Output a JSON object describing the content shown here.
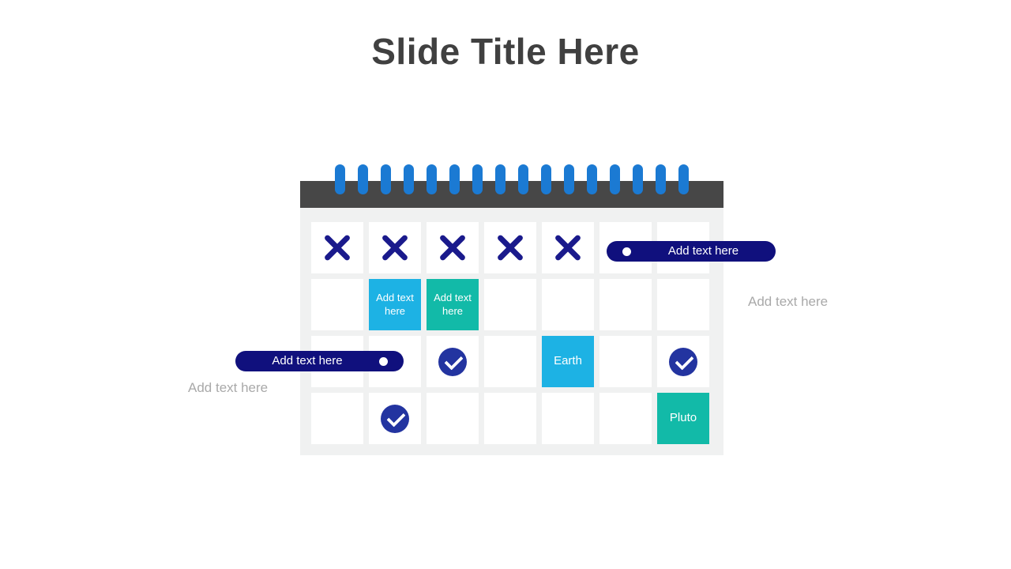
{
  "title": "Slide Title Here",
  "calendar": {
    "ring_count": 16,
    "columns": 7,
    "rows": [
      [
        {
          "type": "x"
        },
        {
          "type": "x"
        },
        {
          "type": "x"
        },
        {
          "type": "x"
        },
        {
          "type": "x"
        },
        {
          "type": "empty"
        },
        {
          "type": "empty"
        }
      ],
      [
        {
          "type": "empty"
        },
        {
          "type": "cyan",
          "text": "Add text here"
        },
        {
          "type": "teal",
          "text": "Add text here"
        },
        {
          "type": "empty"
        },
        {
          "type": "empty"
        },
        {
          "type": "empty"
        },
        {
          "type": "empty"
        }
      ],
      [
        {
          "type": "empty"
        },
        {
          "type": "empty"
        },
        {
          "type": "check"
        },
        {
          "type": "empty"
        },
        {
          "type": "cyan",
          "text": "Earth",
          "big": true
        },
        {
          "type": "empty"
        },
        {
          "type": "check"
        }
      ],
      [
        {
          "type": "empty"
        },
        {
          "type": "check"
        },
        {
          "type": "empty"
        },
        {
          "type": "empty"
        },
        {
          "type": "empty"
        },
        {
          "type": "empty"
        },
        {
          "type": "teal",
          "text": "Pluto",
          "big": true
        }
      ]
    ]
  },
  "pills": {
    "right": {
      "label": "Add text here"
    },
    "left": {
      "label": "Add text here"
    }
  },
  "side_labels": {
    "right": "Add text here",
    "left": "Add text here"
  },
  "colors": {
    "title-gray": "#404040",
    "header-gray": "#474747",
    "body-gray": "#f0f1f1",
    "ring-blue": "#1b7ad3",
    "x-navy": "#1a1a8c",
    "check-navy": "#2334a0",
    "cyan": "#1db2e4",
    "teal": "#12baa8",
    "pill-navy": "#10107d",
    "label-gray": "#a9a9a9"
  }
}
